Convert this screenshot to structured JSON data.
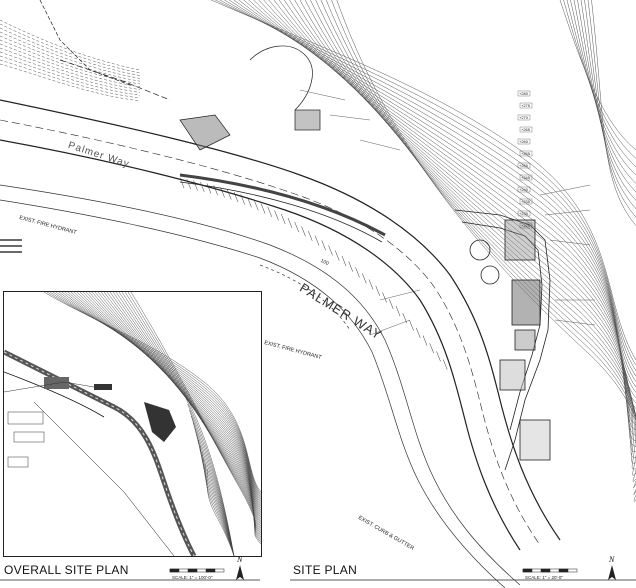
{
  "drawing": {
    "street_name_main": "PALMER WAY",
    "street_name_left": "Palmer Way",
    "hydrant_left": "EXIST. FIRE HYDRANT",
    "hydrant_mid": "EXIST. FIRE HYDRANT",
    "curb_label": "EXIST. CURB & GUTTER",
    "street_number": "100",
    "elevations": [
      "+280",
      "+275",
      "+270",
      "+265",
      "+260",
      "+255",
      "+250",
      "+245",
      "+240",
      "+235",
      "+230",
      "+225"
    ]
  },
  "overall_plan": {
    "title": "OVERALL SITE PLAN",
    "scale_text": "SCALE: 1\" = 100'-0\"",
    "north": "N"
  },
  "site_plan": {
    "title": "SITE PLAN",
    "scale_text": "SCALE: 1\" = 20'-0\"",
    "north": "N"
  },
  "colors": {
    "line": "#222222",
    "paper": "#ffffff",
    "hatch": "#555555"
  }
}
